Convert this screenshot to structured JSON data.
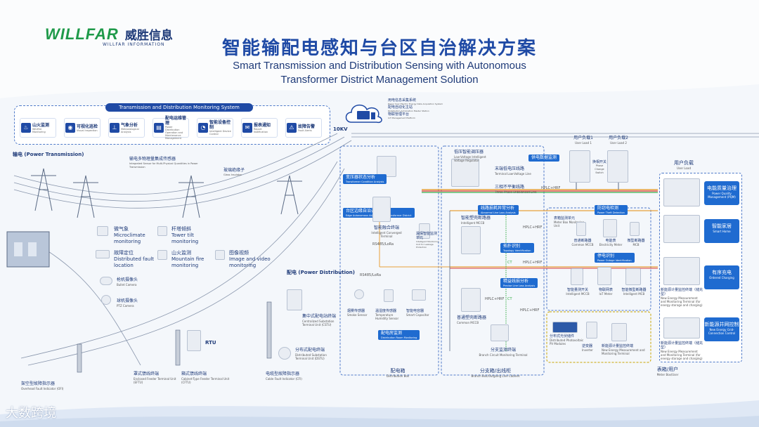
{
  "brand": {
    "logo_mark": "WILLFAR",
    "name_cn": "威胜信息",
    "name_en": "WILLFAR INFORMATION"
  },
  "title": {
    "cn": "智能输配电感知与台区自治解决方案",
    "en_line1": "Smart Transmission and Distribution Sensing with Autonomous",
    "en_line2": "Transformer District Management Solution"
  },
  "monitoring": {
    "header": "Transmission and Distribution Monitoring System",
    "items": [
      {
        "cn": "山火监测",
        "en": "Wildfire Monitoring",
        "icon": "fire-icon"
      },
      {
        "cn": "可视化巡检",
        "en": "Visual Inspection",
        "icon": "camera-icon"
      },
      {
        "cn": "气象分析",
        "en": "Meteorological Analysis",
        "icon": "thermometer-icon"
      },
      {
        "cn": "配电运维管理",
        "en": "Power Distribution Operation and Maintenance Management",
        "icon": "cabinet-icon"
      },
      {
        "cn": "智能设备控制",
        "en": "Intelligent Device Control",
        "icon": "gauge-icon"
      },
      {
        "cn": "报表通知",
        "en": "Report Notification",
        "icon": "bell-icon"
      },
      {
        "cn": "故障告警",
        "en": "Fault Alerts",
        "icon": "alert-icon"
      }
    ]
  },
  "cloud": {
    "l1": "用电信息采集系统",
    "l1_en": "Power User Electric Energy Data Acquisition System",
    "l2": "配电自动化主站",
    "l2_en": "Distribution Automation Master Station",
    "l3": "物联管理平台",
    "l3_en": "IoT Management Platform"
  },
  "voltage": "10KV",
  "transmission": {
    "section": "输电 (Power Transmission)",
    "sensor_cn": "输电多物理量集成传感器",
    "sensor_en": "Integrated Sensor for Multi-Physical Quantities in Power Transmission",
    "insulator_cn": "玻璃绝缘子",
    "insulator_en": "Glass Insulator",
    "micro_cn": "微气象",
    "micro_en": "Microclimate monitoring",
    "tilt_cn": "杆塔倾斜",
    "tilt_en": "Tower tilt monitoring",
    "fault_cn": "故障定位",
    "fault_en": "Distributed fault location",
    "fire_cn": "山火监测",
    "fire_en": "Mountain fire monitoring",
    "image_cn": "图像视频",
    "image_en": "Image and video monitoring",
    "bullet_cn": "枪机摄像头",
    "bullet_en": "Bullet Camera",
    "ptz_cn": "球机摄像头",
    "ptz_en": "PTZ Camera"
  },
  "distribution": {
    "section": "配电 (Power Distribution)",
    "cstu_cn": "集中式配电站终端",
    "cstu_en": "Centralized Substation Terminal Unit (CSTU)",
    "rtu": "RTU",
    "dstu_cn": "分布式配电终端",
    "dstu_en": "Distributed Substation Terminal Unit (DSTU)",
    "ofi_cn": "架空型故障指示器",
    "ofi_en": "Overhead Fault Indicator (OFI)",
    "eftu_cn": "罩式馈线终端",
    "eftu_en": "Enclosed Feeder Terminal Unit (EFTU)",
    "cftu_cn": "箱式馈线终端",
    "cftu_en": "Cabinet-Type Feeder Terminal Unit (CFTU)",
    "cfi_cn": "电缆型故障指示器",
    "cfi_en": "Cable Fault Indicator (CFI)"
  },
  "box": {
    "transformer_cn": "变压器状态分析",
    "transformer_en": "Transformer Condition Analysis",
    "edge_cn": "台区边缘自治调节",
    "edge_en": "Edge Autonomous Adjustment of Transformer District",
    "terminal_cn": "智能融合终端",
    "terminal_en": "Intelligent Converged Terminal",
    "rs485": "RS485/LoRa",
    "leak_cn": "漏保智能监测单元",
    "leak_en": "Intelligent Monitoring Unit for Leakage Protection",
    "rs485b": "RS485/LoRa",
    "smoke_cn": "烟雾传感器",
    "smoke_en": "Smoke Sensor",
    "temp_cn": "温湿度传感器",
    "temp_en": "Temperature Humidity Sensor",
    "cap_cn": "智能电容器",
    "cap_en": "Smart Capacitor",
    "env_cn": "配电房监测",
    "env_en": "Distribution Room Monitoring",
    "footer_cn": "配电箱",
    "footer_en": "Distribution Box"
  },
  "branch": {
    "regulator_cn": "低压智能调压器",
    "regulator_en": "Low-Voltage Intelligent Voltage Regulator",
    "end_low_cn": "末端低电压线路",
    "end_low_en": "Terminal Low-Voltage Line",
    "unbalance_cn": "三相不平衡线路",
    "unbalance_en": "Three-Phase Unbalanced Line",
    "line_loss_cn": "线路损耗异常分析",
    "line_loss_en": "Abnormal Line Loss Analysis",
    "mccb_cn": "智能塑壳断路器",
    "mccb_en": "Intelligent MCCB",
    "topo_cn": "拓扑识别",
    "topo_en": "Topology Identification",
    "fine_cn": "精益线损分析",
    "fine_en": "Precise Line Loss Analysis",
    "common_mccb_cn": "普通塑壳断路器",
    "common_mccb_en": "Common MCCB",
    "ct": "CT",
    "ct2": "CT",
    "hplc1": "HPLC+HRF",
    "hplc2": "HPLC+HRF",
    "hplc3": "HPLC+HRF",
    "hplc4": "HPLC+HRF",
    "branch_term_cn": "分支监测终端",
    "branch_term_en": "Branch Circuit Monitoring Terminal",
    "footer_cn": "分支箱/出线柜",
    "footer_en": "Branch Box/Outgoing Line Cabinet"
  },
  "meter": {
    "theft_cn": "防窃电检测",
    "theft_en": "Power Theft Detection",
    "box_unit_cn": "表箱监测单元",
    "box_unit_en": "Meter Box Monitoring Unit",
    "meter_id_cn": "电表识别",
    "meter_id_en": "Electricity Meter Identification",
    "common_mccb_cn": "普通断路器",
    "common_mccb_en": "Common MCCB",
    "elec_meter_cn": "电能表",
    "elec_meter_en": "Electricity Meter",
    "micro_breaker_cn": "微型断路器",
    "micro_breaker_en": "MCB",
    "id_cn": "停电识别",
    "id_en": "Power Outage Identification",
    "smart_switch_cn": "智能量测开关",
    "smart_switch_en": "Intelligent MCCB",
    "iot_meter_cn": "物联网表",
    "iot_meter_en": "IoT Meter",
    "micro_smart_cn": "智能微型断路器",
    "micro_smart_en": "Intelligent MCB",
    "pv_cn": "分布式光伏储件",
    "pv_en": "Distributed Photovoltaic PV Modules",
    "inverter_cn": "逆变器",
    "inverter_en": "Inverter",
    "new_energy_cn": "新能源计量监控终端",
    "new_energy_en": "New Energy Measurement and Monitoring Terminal",
    "ev_cn": "新能源计量监控终端（储充型）",
    "ev_en": "New Energy Measurement and Monitoring Terminal (for energy storage and charging)",
    "grid_cn": "新能源计量监控终端（储充型）",
    "grid_en": "New Energy Measurement and Monitoring Terminal (for energy storage and charging)",
    "footer_cn": "表箱/用户",
    "footer_en": "Meter Box/User"
  },
  "users": {
    "load1_cn": "用户负载1",
    "load1_en": "User Load 1",
    "load2_cn": "用户负载2",
    "load2_en": "User Load 2",
    "switch_cn": "换相开关",
    "switch_en": "Phase Change Switch",
    "detect_cn": "供电数据监测",
    "panel_cn": "用户负载",
    "panel_en": "User Load",
    "hplc": "HPLC+HRF",
    "side": [
      {
        "cn": "电能质量治理",
        "en": "Power Quality Management (PQM)"
      },
      {
        "cn": "智能家居",
        "en": "Smart Home"
      },
      {
        "cn": "有序充电",
        "en": "Ordered Charging"
      },
      {
        "cn": "新能源并网控制",
        "en": "New Energy Grid-Connection Control"
      }
    ]
  },
  "watermark": "大数跨境",
  "colors": {
    "primary": "#1f4aa5",
    "accent_blue": "#1f6bd0",
    "green": "#1f9a4a",
    "orange": "#e8a13a",
    "red": "#d93a3a",
    "yellow": "#c9a400"
  }
}
